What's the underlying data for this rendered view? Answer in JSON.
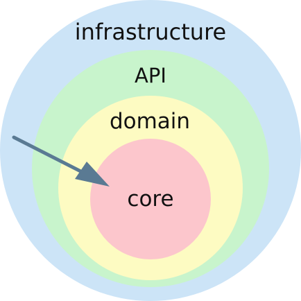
{
  "diagram": {
    "layers": [
      {
        "id": "infrastructure",
        "label": "infrastructure",
        "color": "#cce4f7"
      },
      {
        "id": "api",
        "label": "API",
        "color": "#c8f4cc"
      },
      {
        "id": "domain",
        "label": "domain",
        "color": "#fdfbc2"
      },
      {
        "id": "core",
        "label": "core",
        "color": "#fcc6cc"
      }
    ],
    "arrow": {
      "color": "#5a7a93",
      "points_to": "core"
    }
  }
}
